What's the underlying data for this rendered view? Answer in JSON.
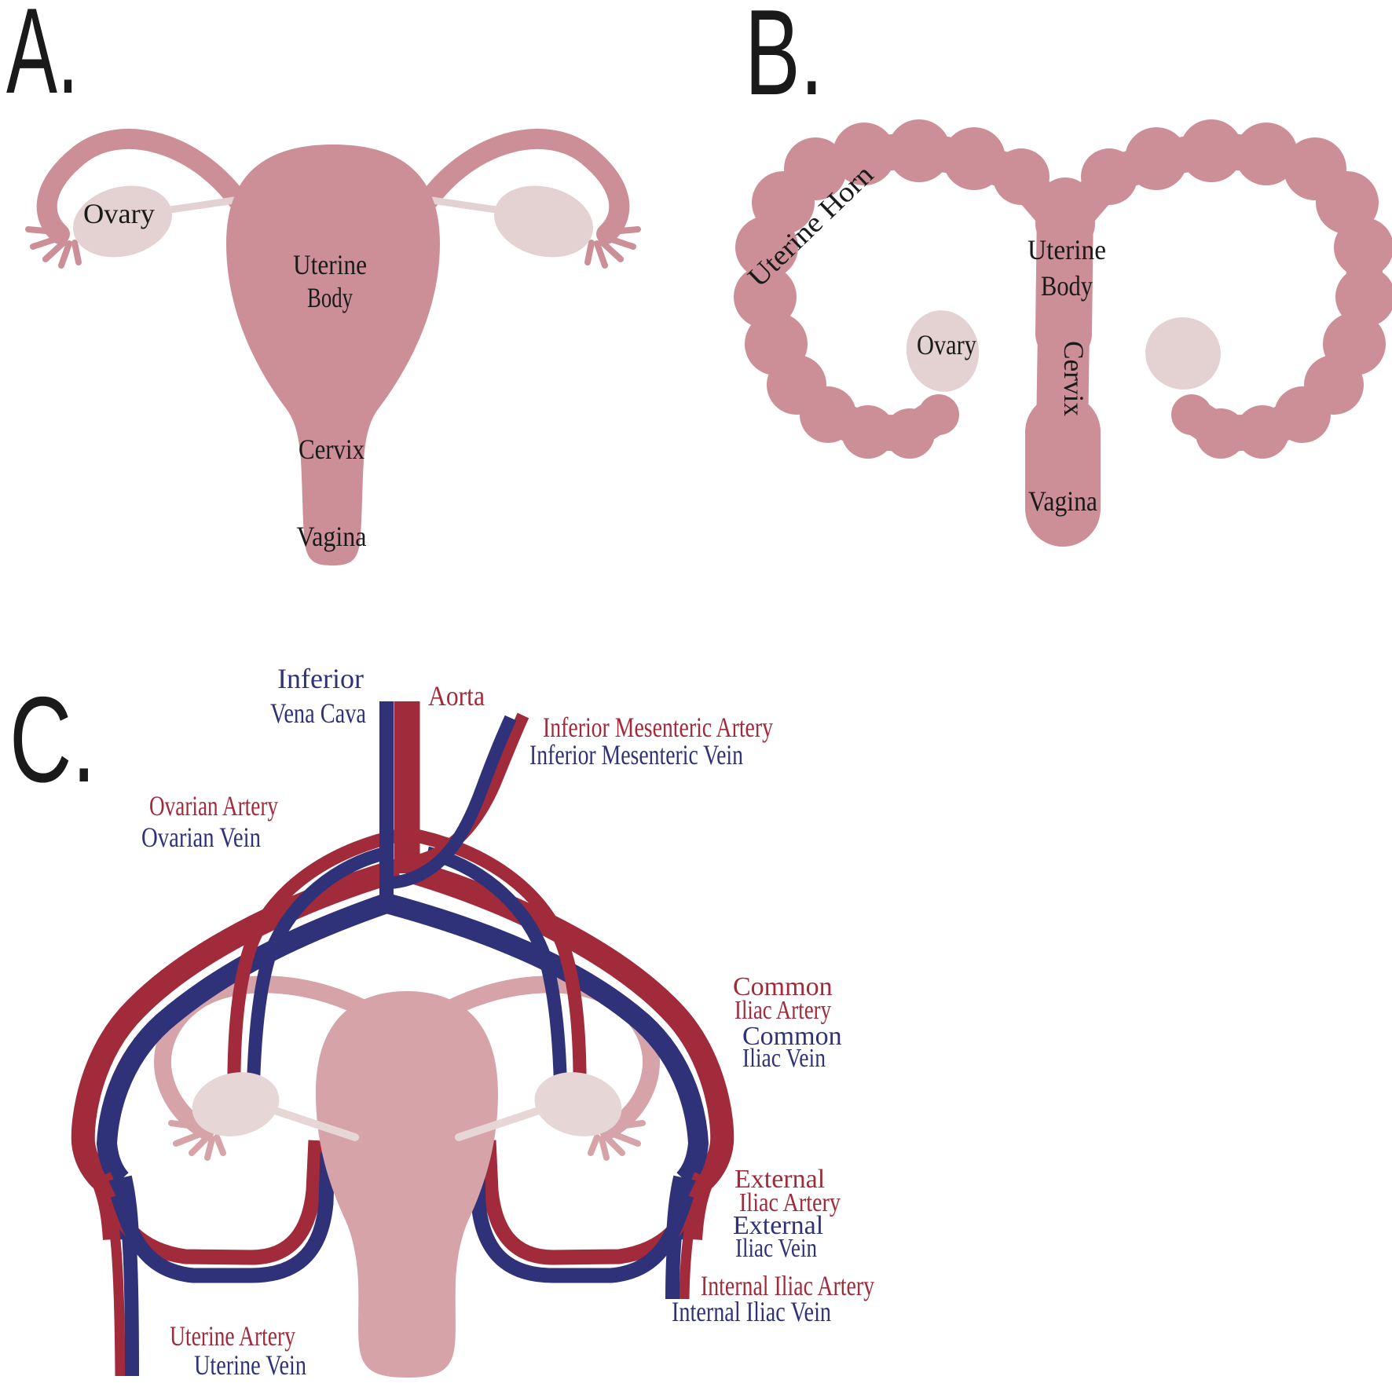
{
  "figure": {
    "type": "anatomical-diagram",
    "panels": [
      "A",
      "B",
      "C"
    ]
  },
  "colors": {
    "artery_red": "#A12A3B",
    "vein_blue": "#2F3278",
    "uterus_pink": "#CC8F98",
    "uterus_pink_light": "#D5A3A8",
    "ovary_pink": "#E3D2D1",
    "ovary_pink_light": "#E6D6D6",
    "label_black": "#1A1A1A",
    "background_white": "#FFFFFF"
  },
  "panel_a": {
    "letter": "A.",
    "labels": {
      "ovary": "Ovary",
      "uterine_body_line1": "Uterine",
      "uterine_body_line2": "Body",
      "cervix": "Cervix",
      "vagina": "Vagina"
    }
  },
  "panel_b": {
    "letter": "B.",
    "labels": {
      "uterine_horn": "Uterine Horn",
      "uterine_body_line1": "Uterine",
      "uterine_body_line2": "Body",
      "ovary": "Ovary",
      "cervix": "Cervix",
      "vagina": "Vagina"
    }
  },
  "panel_c": {
    "letter": "C.",
    "labels": {
      "inferior_vena_cava_line1": "Inferior",
      "inferior_vena_cava_line2": "Vena Cava",
      "aorta": "Aorta",
      "inferior_mesenteric_artery": "Inferior Mesenteric Artery",
      "inferior_mesenteric_vein": "Inferior Mesenteric Vein",
      "ovarian_artery": "Ovarian Artery",
      "ovarian_vein": "Ovarian Vein",
      "common_iliac_artery_line1": "Common",
      "common_iliac_artery_line2": "Iliac Artery",
      "common_iliac_vein_line1": "Common",
      "common_iliac_vein_line2": "Iliac Vein",
      "external_iliac_artery_line1": "External",
      "external_iliac_artery_line2": "Iliac Artery",
      "external_iliac_vein_line1": "External",
      "external_iliac_vein_line2": "Iliac Vein",
      "internal_iliac_artery": "Internal Iliac Artery",
      "internal_iliac_vein": "Internal Iliac Vein",
      "uterine_artery": "Uterine Artery",
      "uterine_vein": "Uterine Vein"
    }
  }
}
